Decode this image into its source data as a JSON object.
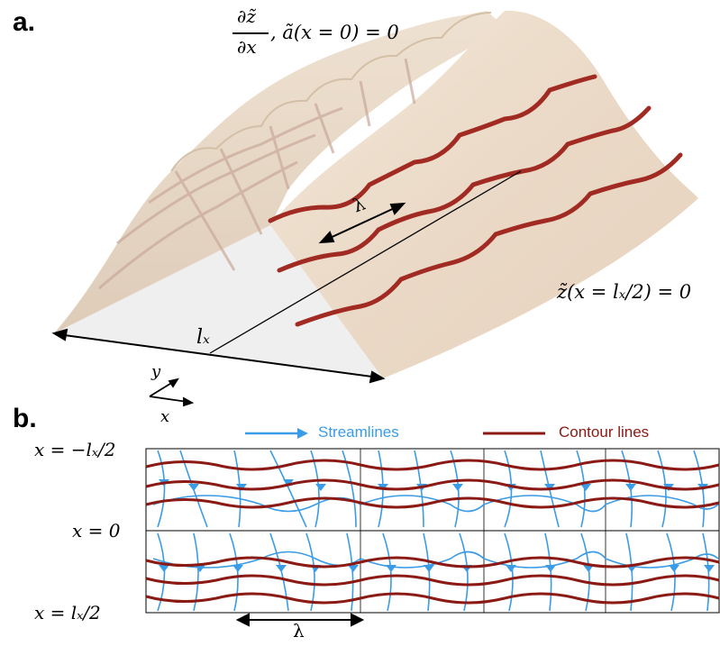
{
  "panel_a": {
    "label": "a.",
    "top_bc_num": "∂z̃",
    "top_bc_den": "∂x",
    "top_bc_rest": ", ã(x = 0) = 0",
    "right_bc": "z̃(x = lₓ/2) = 0",
    "length_label": "lₓ",
    "wavelength_label": "λ",
    "axis_y": "y",
    "axis_x": "x",
    "colors": {
      "surface": "#efe2d2",
      "surface_shade": "#d9c4ad",
      "contour": "#a12a22",
      "base": "#f0f0f0"
    }
  },
  "panel_b": {
    "label": "b.",
    "legend": {
      "streamlines": "Streamlines",
      "contour_lines": "Contour lines"
    },
    "row_labels": {
      "top": "x = −lₓ/2",
      "middle": "x = 0",
      "bottom": "x = lₓ/2"
    },
    "wavelength_label": "λ",
    "colors": {
      "streamline": "#3a9be6",
      "contour": "#8b1a14"
    }
  }
}
